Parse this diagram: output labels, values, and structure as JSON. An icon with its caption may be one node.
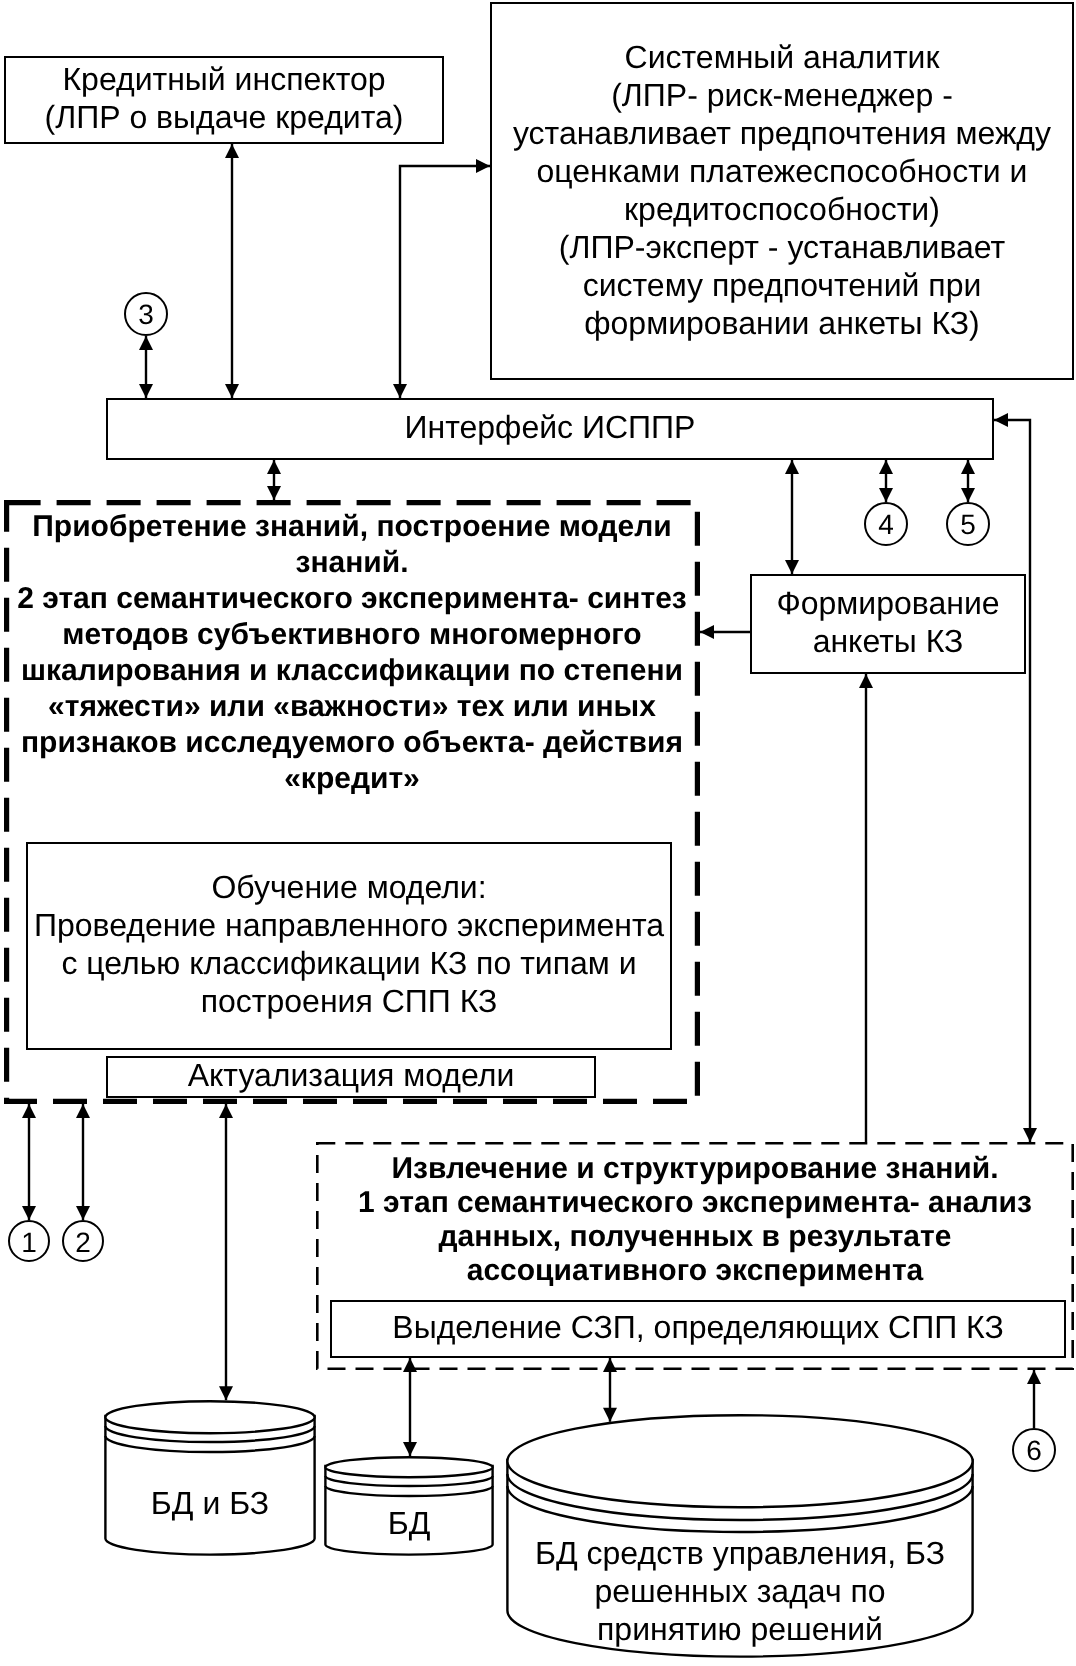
{
  "diagram": {
    "nodes": [
      {
        "text": [
          "Кредитный инспектор",
          "(ЛПР о выдаче кредита)"
        ]
      },
      {
        "text": [
          "Системный аналитик",
          "(ЛПР- риск-менеджер - устанавливает предпочтения между оценками платежеспособности и кредитоспособности)",
          "(ЛПР-эксперт - устанавливает систему предпочтений при формировании анкеты КЗ)"
        ]
      },
      {
        "text": [
          "3"
        ]
      },
      {
        "text": [
          "Интерфейс ИСППР"
        ]
      },
      {
        "text": [
          "4"
        ]
      },
      {
        "text": [
          "5"
        ]
      },
      {
        "text": [
          "Приобретение знаний, построение модели знаний.",
          "2 этап семантического эксперимента- синтез методов субъективного многомерного шкалирования и классификации по степени «тяжести» или «важности» тех или иных признаков исследуемого объекта- действия «кредит»"
        ]
      },
      {
        "text": [
          "Формирование анкеты КЗ"
        ]
      },
      {
        "text": [
          "Обучение модели:",
          "Проведение направленного эксперимента с целью классификации КЗ по типам и построения СПП КЗ"
        ],
        "in": 6
      },
      {
        "text": [
          "Актуализация модели"
        ],
        "in": 6
      },
      {
        "text": [
          "1"
        ]
      },
      {
        "text": [
          "2"
        ]
      },
      {
        "text": [
          "Извлечение и структурирование знаний.",
          "1 этап семантического эксперимента- анализ данных, полученных в результате ассоциативного эксперимента"
        ]
      },
      {
        "text": [
          "Выделение СЗП, определяющих СПП КЗ"
        ],
        "in": 12
      },
      {
        "text": [
          "6"
        ]
      },
      {
        "text": [
          "БД и БЗ"
        ]
      },
      {
        "text": [
          "БД"
        ]
      },
      {
        "text": [
          "БД средств управления, БЗ решенных задач по принятию решений"
        ]
      }
    ],
    "edges": [
      {
        "from": 0,
        "to": 3,
        "arrow": "both"
      },
      {
        "from": 1,
        "to": 3,
        "arrow": "both"
      },
      {
        "from": 2,
        "to": 3,
        "arrow": "both"
      },
      {
        "from": 3,
        "to": 6,
        "arrow": "both"
      },
      {
        "from": 3,
        "to": 7,
        "arrow": "both"
      },
      {
        "from": 3,
        "to": 4,
        "arrow": "both"
      },
      {
        "from": 3,
        "to": 5,
        "arrow": "both"
      },
      {
        "from": 7,
        "to": 6,
        "arrow": "to"
      },
      {
        "from": 3,
        "to": 12,
        "arrow": "both"
      },
      {
        "from": 12,
        "to": 7,
        "arrow": "to"
      },
      {
        "from": 6,
        "to": 10,
        "arrow": "both"
      },
      {
        "from": 6,
        "to": 11,
        "arrow": "both"
      },
      {
        "from": 6,
        "to": 15,
        "arrow": "both"
      },
      {
        "from": 13,
        "to": 16,
        "arrow": "both"
      },
      {
        "from": 13,
        "to": 17,
        "arrow": "both"
      },
      {
        "from": 14,
        "to": 12,
        "arrow": "to"
      }
    ]
  }
}
